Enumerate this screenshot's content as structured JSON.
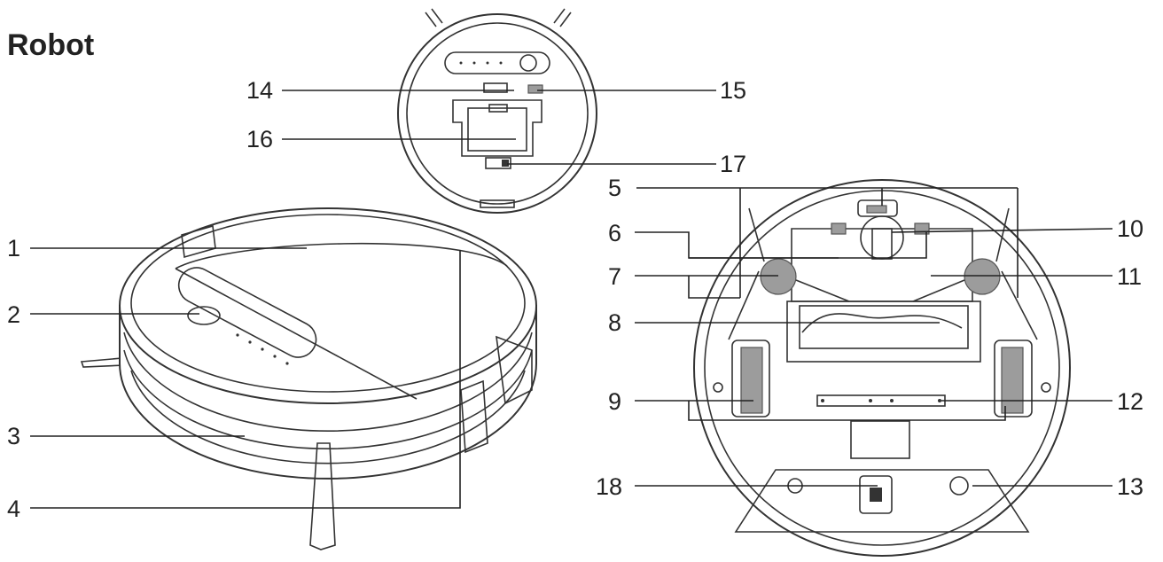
{
  "title": "Robot",
  "callouts": [
    "1",
    "2",
    "3",
    "4",
    "5",
    "6",
    "7",
    "8",
    "9",
    "10",
    "11",
    "12",
    "13",
    "14",
    "15",
    "16",
    "17",
    "18"
  ]
}
